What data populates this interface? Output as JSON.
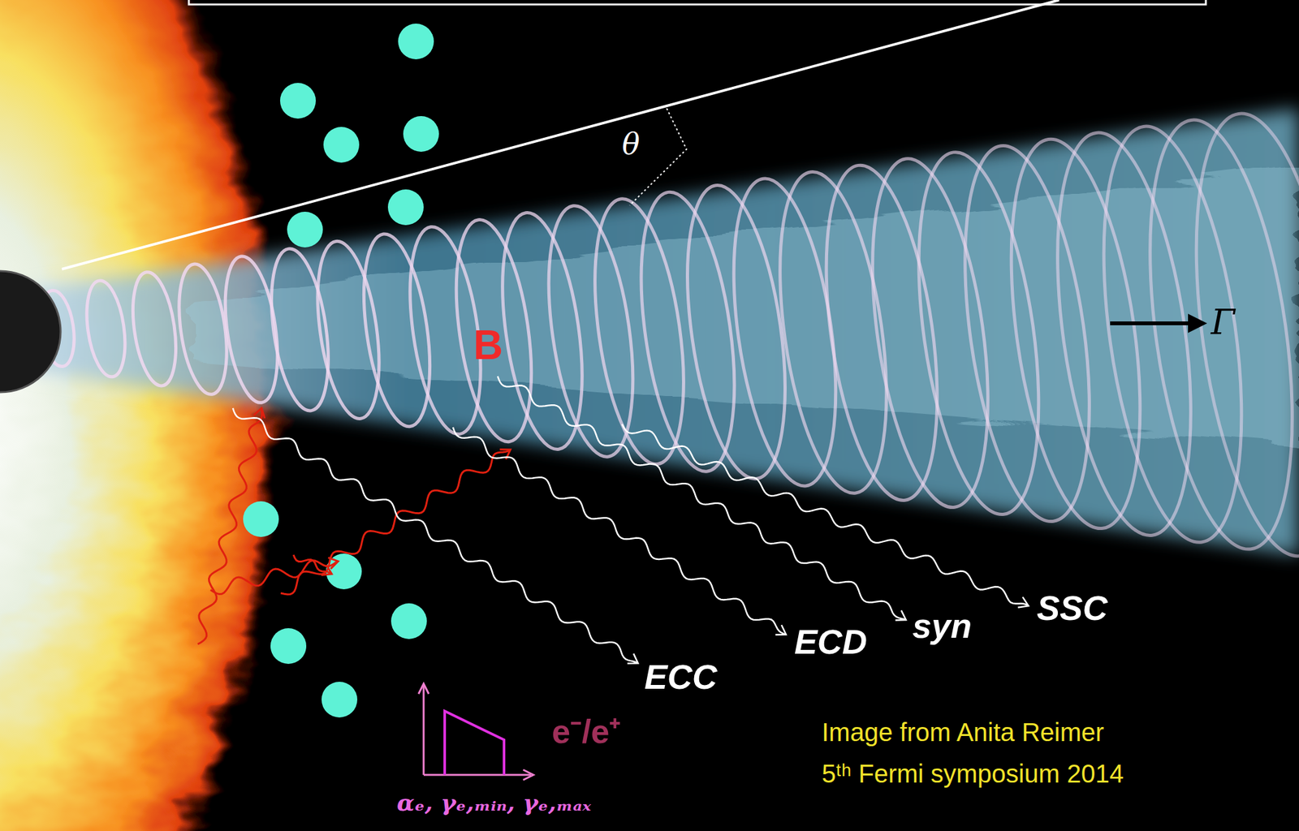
{
  "diagram": {
    "labels": [
      "θ",
      "Γ",
      "B",
      "ECC",
      "ECD",
      "syn",
      "SSC",
      "e⁻/e⁺",
      "αₑ, γₑ,ₘᵢₙ, γₑ,ₘₐₓ",
      "Image from Anita Reimer",
      "5ᵗʰ Fermi symposium 2014"
    ]
  }
}
